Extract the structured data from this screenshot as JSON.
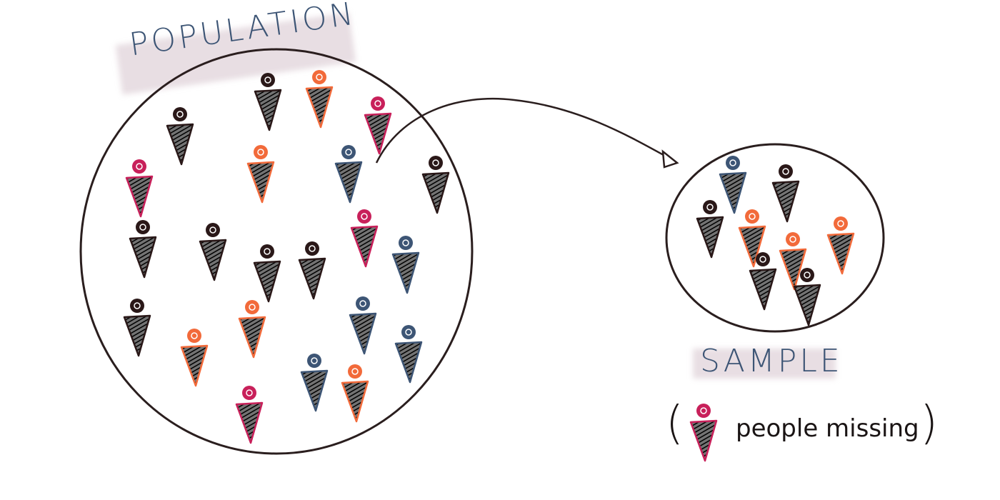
{
  "population": {
    "label": "POPULATION"
  },
  "sample": {
    "label": "SAMPLE"
  },
  "legend": {
    "open_paren": "(",
    "text": "people missing",
    "close_paren": ")",
    "icon_color": "#c8205a"
  },
  "colors": {
    "black": "#2a1818",
    "orange": "#f26a3a",
    "magenta": "#c8205a",
    "blue": "#3d5575",
    "outline": "#2a1e1e"
  },
  "counts": {
    "population_people": 22,
    "sample_people": 8
  }
}
